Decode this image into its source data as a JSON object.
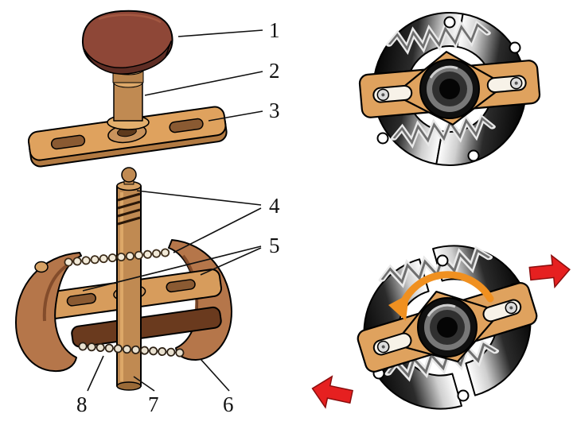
{
  "figure": {
    "type": "exploded-and-assembled-mechanism-diagram",
    "background": "#ffffff",
    "callouts": [
      "1",
      "2",
      "3",
      "4",
      "5",
      "6",
      "7",
      "8"
    ],
    "colors": {
      "knob_brown": "#8e4737",
      "knob_shadow": "#5e2d24",
      "plate_tan": "#dfa25e",
      "plate_tan_dark": "#b27a42",
      "shaft_tan": "#c08a52",
      "boss_tan": "#c9935c",
      "weight_brown": "#b5764a",
      "weight_shade": "#7a4526",
      "lower_plate_brown": "#6a3a1e",
      "slot_brown": "#8a5a32",
      "arrow_red": "#e62020",
      "arc_orange": "#f09020",
      "line_black": "#111111"
    }
  }
}
